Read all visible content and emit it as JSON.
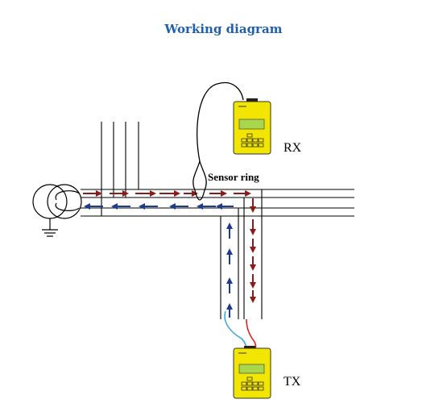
{
  "title": "Working diagram",
  "labels": {
    "rx": "RX",
    "tx": "TX",
    "sensor_ring": "Sensor ring"
  },
  "colors": {
    "title": "#1f5fae",
    "line": "#000000",
    "arrow_red": "#8b1a1a",
    "arrow_blue": "#1f3b8f",
    "device_body": "#f2e600",
    "device_screen": "#a8d84a",
    "lead_blue": "#3da9e0",
    "lead_red": "#e02020"
  }
}
